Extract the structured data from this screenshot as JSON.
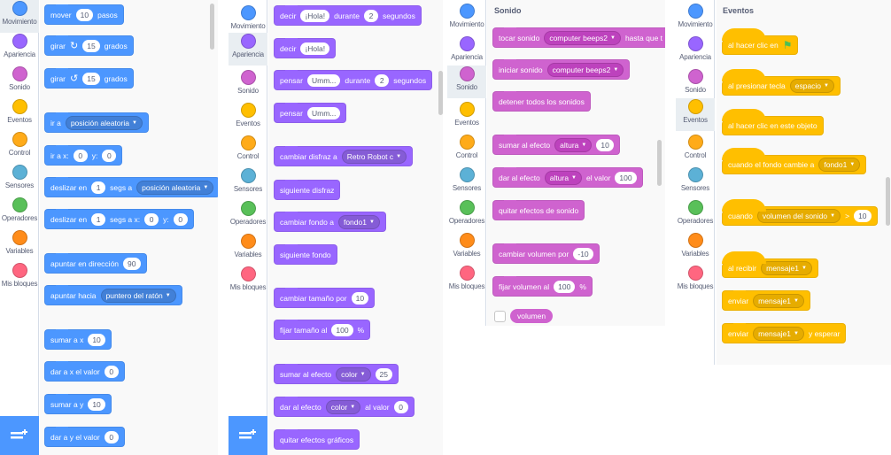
{
  "categories": [
    {
      "label": "Movimiento",
      "color": "#4c97ff",
      "icon": "motion-dot"
    },
    {
      "label": "Apariencia",
      "color": "#9966ff",
      "icon": "looks-dot"
    },
    {
      "label": "Sonido",
      "color": "#cf63cf",
      "icon": "sound-dot"
    },
    {
      "label": "Eventos",
      "color": "#ffbf00",
      "icon": "events-dot"
    },
    {
      "label": "Control",
      "color": "#ffab19",
      "icon": "control-dot"
    },
    {
      "label": "Sensores",
      "color": "#5cb1d6",
      "icon": "sensing-dot"
    },
    {
      "label": "Operadores",
      "color": "#59c059",
      "icon": "operators-dot"
    },
    {
      "label": "Variables",
      "color": "#ff8c1a",
      "icon": "variables-dot"
    },
    {
      "label": "Mis bloques",
      "color": "#ff6680",
      "icon": "myblocks-dot"
    }
  ],
  "motion": {
    "mover": {
      "t1": "mover",
      "v1": "10",
      "t2": "pasos"
    },
    "girar_right": {
      "t1": "girar",
      "icon": "rotate-right-icon",
      "glyph": "↻",
      "v1": "15",
      "t2": "grados"
    },
    "girar_left": {
      "t1": "girar",
      "icon": "rotate-left-icon",
      "glyph": "↺",
      "v1": "15",
      "t2": "grados"
    },
    "ir_a": {
      "t1": "ir a",
      "d1": "posición aleatoria"
    },
    "ir_a_xy": {
      "t1": "ir a x:",
      "v1": "0",
      "t2": "y:",
      "v2": "0"
    },
    "deslizar": {
      "t1": "deslizar en",
      "v1": "1",
      "t2": "segs a",
      "d1": "posición aleatoria"
    },
    "deslizar_xy": {
      "t1": "deslizar en",
      "v1": "1",
      "t2": "segs a x:",
      "v2": "0",
      "t3": "y:",
      "v3": "0"
    },
    "apuntar_dir": {
      "t1": "apuntar en dirección",
      "v1": "90"
    },
    "apuntar_hacia": {
      "t1": "apuntar hacia",
      "d1": "puntero del ratón"
    },
    "sumar_x": {
      "t1": "sumar a x",
      "v1": "10"
    },
    "dar_x": {
      "t1": "dar a x el valor",
      "v1": "0"
    },
    "sumar_y": {
      "t1": "sumar a y",
      "v1": "10"
    },
    "dar_y": {
      "t1": "dar a y el valor",
      "v1": "0"
    }
  },
  "looks": {
    "decir_durante": {
      "t1": "decir",
      "v1": "¡Hola!",
      "t2": "durante",
      "v2": "2",
      "t3": "segundos"
    },
    "decir": {
      "t1": "decir",
      "v1": "¡Hola!"
    },
    "pensar_durante": {
      "t1": "pensar",
      "v1": "Umm...",
      "t2": "durante",
      "v2": "2",
      "t3": "segundos"
    },
    "pensar": {
      "t1": "pensar",
      "v1": "Umm..."
    },
    "cambiar_disfraz": {
      "t1": "cambiar disfraz a",
      "d1": "Retro Robot c"
    },
    "siguiente_disfraz": {
      "t1": "siguiente disfraz"
    },
    "cambiar_fondo": {
      "t1": "cambiar fondo a",
      "d1": "fondo1"
    },
    "siguiente_fondo": {
      "t1": "siguiente fondo"
    },
    "cambiar_tamano": {
      "t1": "cambiar tamaño por",
      "v1": "10"
    },
    "fijar_tamano": {
      "t1": "fijar tamaño al",
      "v1": "100",
      "t2": "%"
    },
    "sumar_efecto": {
      "t1": "sumar al efecto",
      "d1": "color",
      "v1": "25"
    },
    "dar_efecto": {
      "t1": "dar al efecto",
      "d1": "color",
      "t2": "al valor",
      "v1": "0"
    },
    "quitar_efectos": {
      "t1": "quitar efectos gráficos"
    }
  },
  "sound": {
    "title": "Sonido",
    "tocar": {
      "t1": "tocar sonido",
      "d1": "computer beeps2",
      "t2": "hasta que t"
    },
    "iniciar": {
      "t1": "iniciar sonido",
      "d1": "computer beeps2"
    },
    "detener": {
      "t1": "detener todos los sonidos"
    },
    "sumar_efecto": {
      "t1": "sumar al efecto",
      "d1": "altura",
      "v1": "10"
    },
    "dar_efecto": {
      "t1": "dar al efecto",
      "d1": "altura",
      "t2": "el valor",
      "v1": "100"
    },
    "quitar_efectos": {
      "t1": "quitar efectos de sonido"
    },
    "cambiar_volumen": {
      "t1": "cambiar volumen por",
      "v1": "-10"
    },
    "fijar_volumen": {
      "t1": "fijar volumen al",
      "v1": "100",
      "t2": "%"
    },
    "volumen": {
      "t1": "volumen"
    }
  },
  "events": {
    "title": "Eventos",
    "bandera": {
      "t1": "al hacer clic en",
      "icon": "green-flag-icon",
      "glyph": "⚑"
    },
    "tecla": {
      "t1": "al presionar tecla",
      "d1": "espacio"
    },
    "objeto": {
      "t1": "al hacer clic en este objeto"
    },
    "fondo": {
      "t1": "cuando el fondo cambie a",
      "d1": "fondo1"
    },
    "cuando": {
      "t1": "cuando",
      "d1": "volumen del sonido",
      "t2": ">",
      "v1": "10"
    },
    "recibir": {
      "t1": "al recibir",
      "d1": "mensaje1"
    },
    "enviar": {
      "t1": "enviar",
      "d1": "mensaje1"
    },
    "enviar_esperar": {
      "t1": "enviar",
      "d1": "mensaje1",
      "t2": "y esperar"
    }
  },
  "colors": {
    "motion": "#4c97ff",
    "looks": "#9966ff",
    "sound": "#cf63cf",
    "events": "#ffbf00",
    "flag_green": "#4cbf56",
    "selected_category_bg": "#e9eef2"
  }
}
